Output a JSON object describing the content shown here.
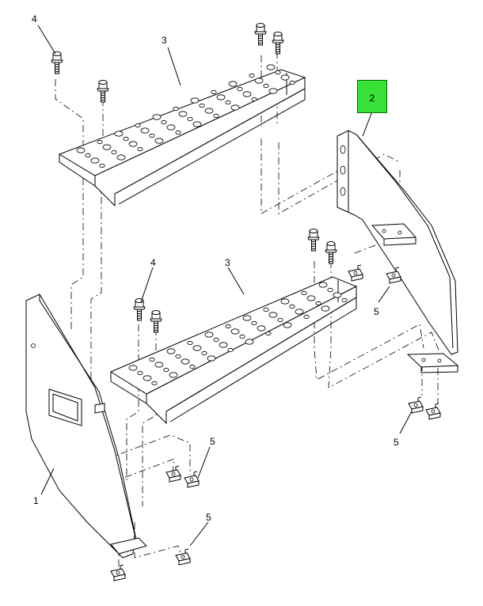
{
  "callouts": {
    "c4_top": "4",
    "c3_top": "3",
    "c2": "2",
    "c4_mid": "4",
    "c3_mid": "3",
    "c5_right_upper": "5",
    "c5_right_lower": "5",
    "c1": "1",
    "c5_center": "5",
    "c5_bottom": "5"
  },
  "colors": {
    "highlight": "#38e038",
    "line": "#000000"
  },
  "icons": {
    "bolt": "flange-bolt-icon",
    "clip": "clip-nut-icon"
  }
}
